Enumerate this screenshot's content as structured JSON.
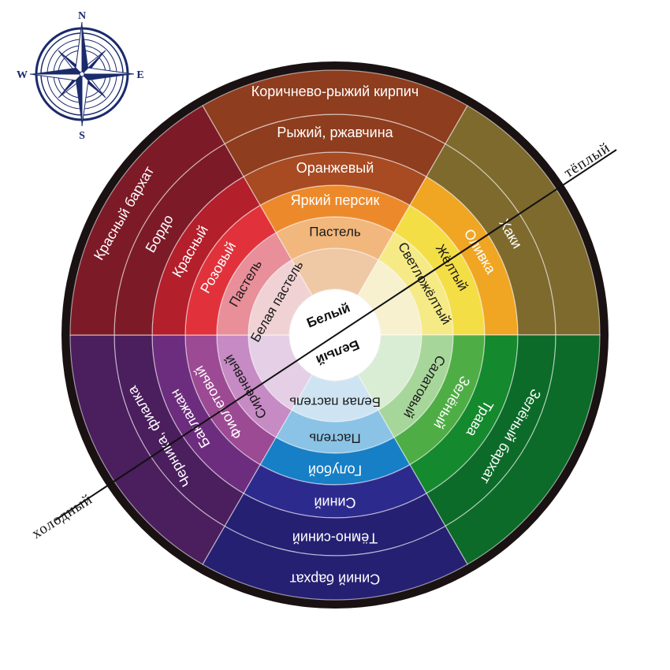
{
  "compass": {
    "north": "N",
    "south": "S",
    "east": "E",
    "west": "W",
    "color": "#1b2a6b",
    "icon": "compass-rose-icon"
  },
  "axis": {
    "warm_label": "тёплый",
    "cold_label": "холодный"
  },
  "center": {
    "top_label": "Белый",
    "bottom_label": "Белый"
  },
  "outer_ring_color": "#1a1212",
  "sectors": [
    {
      "id": "brown",
      "colors": [
        "#efc8a6",
        "#f2b77c",
        "#ec8a2b",
        "#a84a22",
        "#8e3d1e"
      ],
      "labels": [
        "",
        "Пастель",
        "Яркий персик",
        "Оранжевый",
        "Рыжий, ржавчина",
        "Коричнево-рыжий кирпич"
      ]
    },
    {
      "id": "yellow",
      "colors": [
        "#f7f1cf",
        "#f6ea86",
        "#f4de45",
        "#f0a623",
        "#7e6a2d"
      ],
      "labels": [
        "",
        "Светложёлтый",
        "Жёлтый",
        "Оливка",
        "Хаки",
        ""
      ]
    },
    {
      "id": "green",
      "colors": [
        "#d9ecd4",
        "#a7d69a",
        "#4eae45",
        "#15892d",
        "#0c6b29"
      ],
      "labels": [
        "",
        "Салатовый",
        "Зелёный",
        "Трава",
        "Зелёный бархат",
        ""
      ]
    },
    {
      "id": "blue",
      "colors": [
        "#cfe4f2",
        "#8bc3e6",
        "#167fc6",
        "#2d2a8e",
        "#262073"
      ],
      "labels": [
        "Белая пастель",
        "Пастель",
        "Голубой",
        "Синий",
        "Тёмно-синий",
        "Синий бархат"
      ]
    },
    {
      "id": "violet",
      "colors": [
        "#e4cfe6",
        "#c68ac4",
        "#9c4a93",
        "#6d2d7e",
        "#4b1e5e"
      ],
      "labels": [
        "",
        "Сиреневый",
        "Фиолетовый",
        "Баклажан",
        "Черника, фиалка",
        ""
      ]
    },
    {
      "id": "red",
      "colors": [
        "#f1d2d4",
        "#e88f9a",
        "#e1323c",
        "#b31f2b",
        "#7c1b27"
      ],
      "labels": [
        "Белая пастель",
        "Пастель",
        "Розовый",
        "Красный",
        "Бордо",
        "Красный бархат"
      ]
    }
  ]
}
